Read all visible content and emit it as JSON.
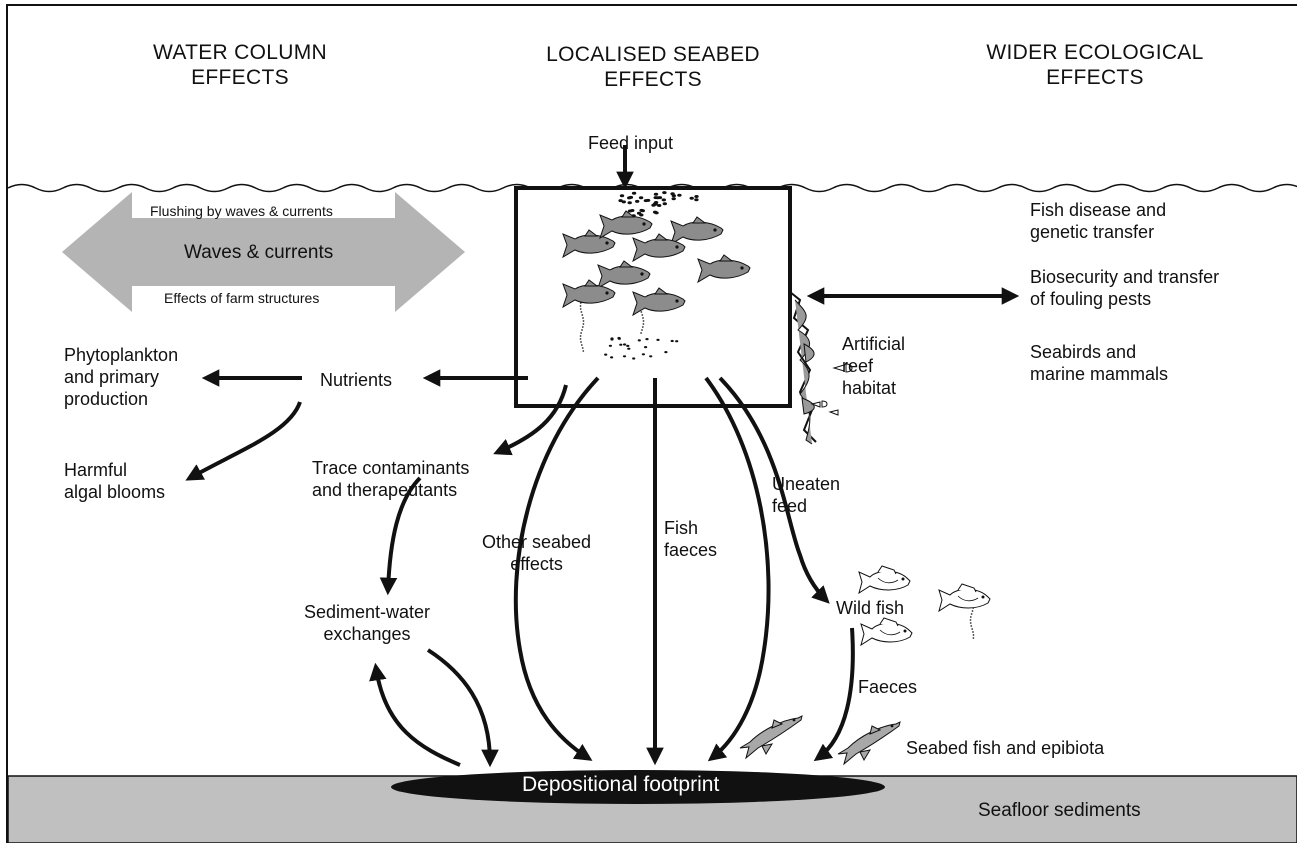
{
  "headers": {
    "water_column": "WATER COLUMN\nEFFECTS",
    "localised_seabed": "LOCALISED SEABED\nEFFECTS",
    "wider_ecological": "WIDER ECOLOGICAL\nEFFECTS"
  },
  "labels": {
    "feed_input": "Feed input",
    "flushing": "Flushing by waves & currents",
    "waves_currents": "Waves & currents",
    "farm_structures": "Effects of farm structures",
    "phytoplankton": "Phytoplankton\nand primary\nproduction",
    "nutrients": "Nutrients",
    "harmful_blooms": "Harmful\nalgal blooms",
    "trace_contaminants": "Trace contaminants\nand therapeutants",
    "sediment_water": "Sediment-water\nexchanges",
    "other_seabed": "Other seabed\neffects",
    "fish_faeces": "Fish\nfaeces",
    "uneaten_feed": "Uneaten\nfeed",
    "artificial_reef": "Artificial\nreef\nhabitat",
    "wild_fish": "Wild fish",
    "faeces": "Faeces",
    "seabed_fish": "Seabed fish and epibiota",
    "depositional_footprint": "Depositional footprint",
    "seafloor_sediments": "Seafloor sediments",
    "fish_disease": "Fish disease and\ngenetic transfer",
    "biosecurity": "Biosecurity and transfer\nof fouling pests",
    "seabirds": "Seabirds and\nmarine mammals"
  },
  "colors": {
    "seafloor": "#c0c0c0",
    "big_arrow": "#b4b4b4",
    "ink": "#111111"
  }
}
